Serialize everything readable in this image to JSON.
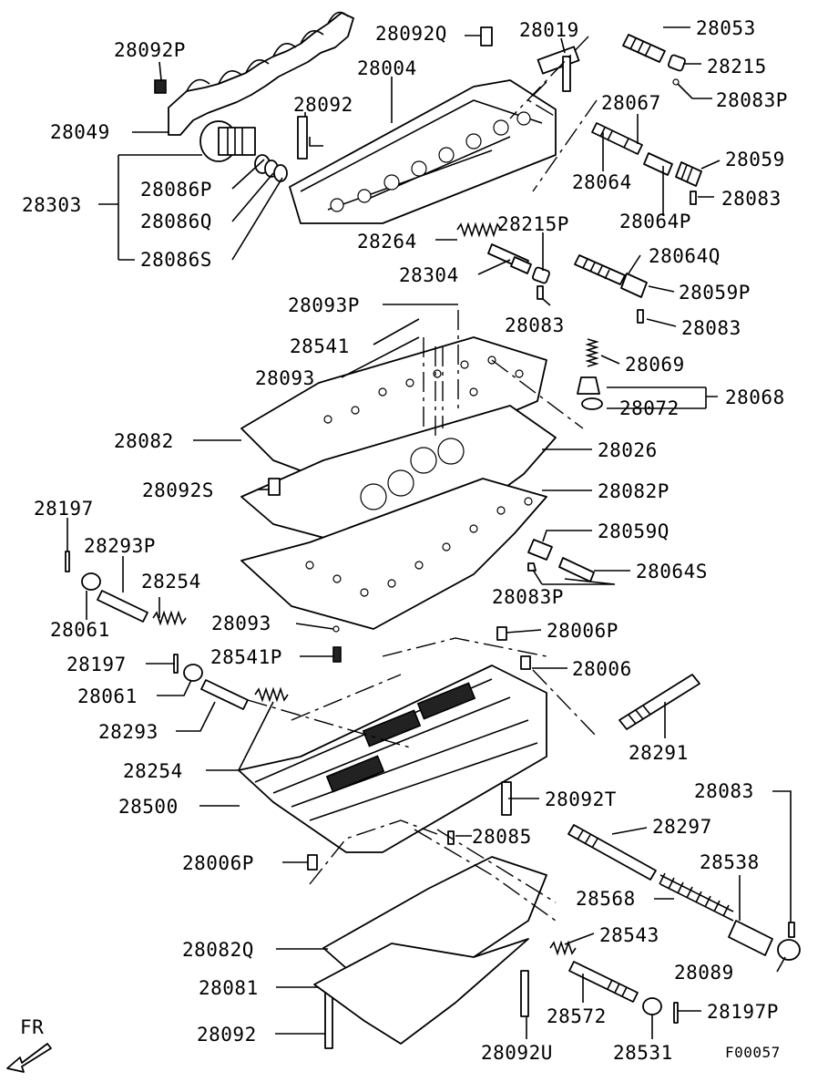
{
  "diagram_code": "F00057",
  "orientation_label": "FR",
  "labels": {
    "p28092P_top": "28092P",
    "p28092Q": "28092Q",
    "p28019": "28019",
    "p28053": "28053",
    "p28215": "28215",
    "p28083P_top": "28083P",
    "p28004": "28004",
    "p28092_top": "28092",
    "p28067": "28067",
    "p28049": "28049",
    "p28059": "28059",
    "p28064": "28064",
    "p28083_a": "28083",
    "p28303": "28303",
    "p28086P": "28086P",
    "p28086Q": "28086Q",
    "p28086S": "28086S",
    "p28064P": "28064P",
    "p28215P": "28215P",
    "p28264": "28264",
    "p28064Q": "28064Q",
    "p28304": "28304",
    "p28059P": "28059P",
    "p28093P": "28093P",
    "p28083_b": "28083",
    "p28083_c": "28083",
    "p28541": "28541",
    "p28069": "28069",
    "p28093_a": "28093",
    "p28068": "28068",
    "p28072": "28072",
    "p28082": "28082",
    "p28026": "28026",
    "p28092S": "28092S",
    "p28082P": "28082P",
    "p28197_a": "28197",
    "p28059Q": "28059Q",
    "p28293P": "28293P",
    "p28064S": "28064S",
    "p28254_a": "28254",
    "p28083P_mid": "28083P",
    "p28061_a": "28061",
    "p28093_b": "28093",
    "p28006P_a": "28006P",
    "p28197_b": "28197",
    "p28541P": "28541P",
    "p28006": "28006",
    "p28061_b": "28061",
    "p28293": "28293",
    "p28291": "28291",
    "p28254_b": "28254",
    "p28083_d": "28083",
    "p28500": "28500",
    "p28092T": "28092T",
    "p28297": "28297",
    "p28085": "28085",
    "p28006P_b": "28006P",
    "p28538": "28538",
    "p28568": "28568",
    "p28543": "28543",
    "p28082Q": "28082Q",
    "p28089": "28089",
    "p28081": "28081",
    "p28572": "28572",
    "p28197P": "28197P",
    "p28092_bot": "28092",
    "p28092U": "28092U",
    "p28531": "28531"
  },
  "colors": {
    "line": "#000000",
    "background": "#ffffff"
  }
}
